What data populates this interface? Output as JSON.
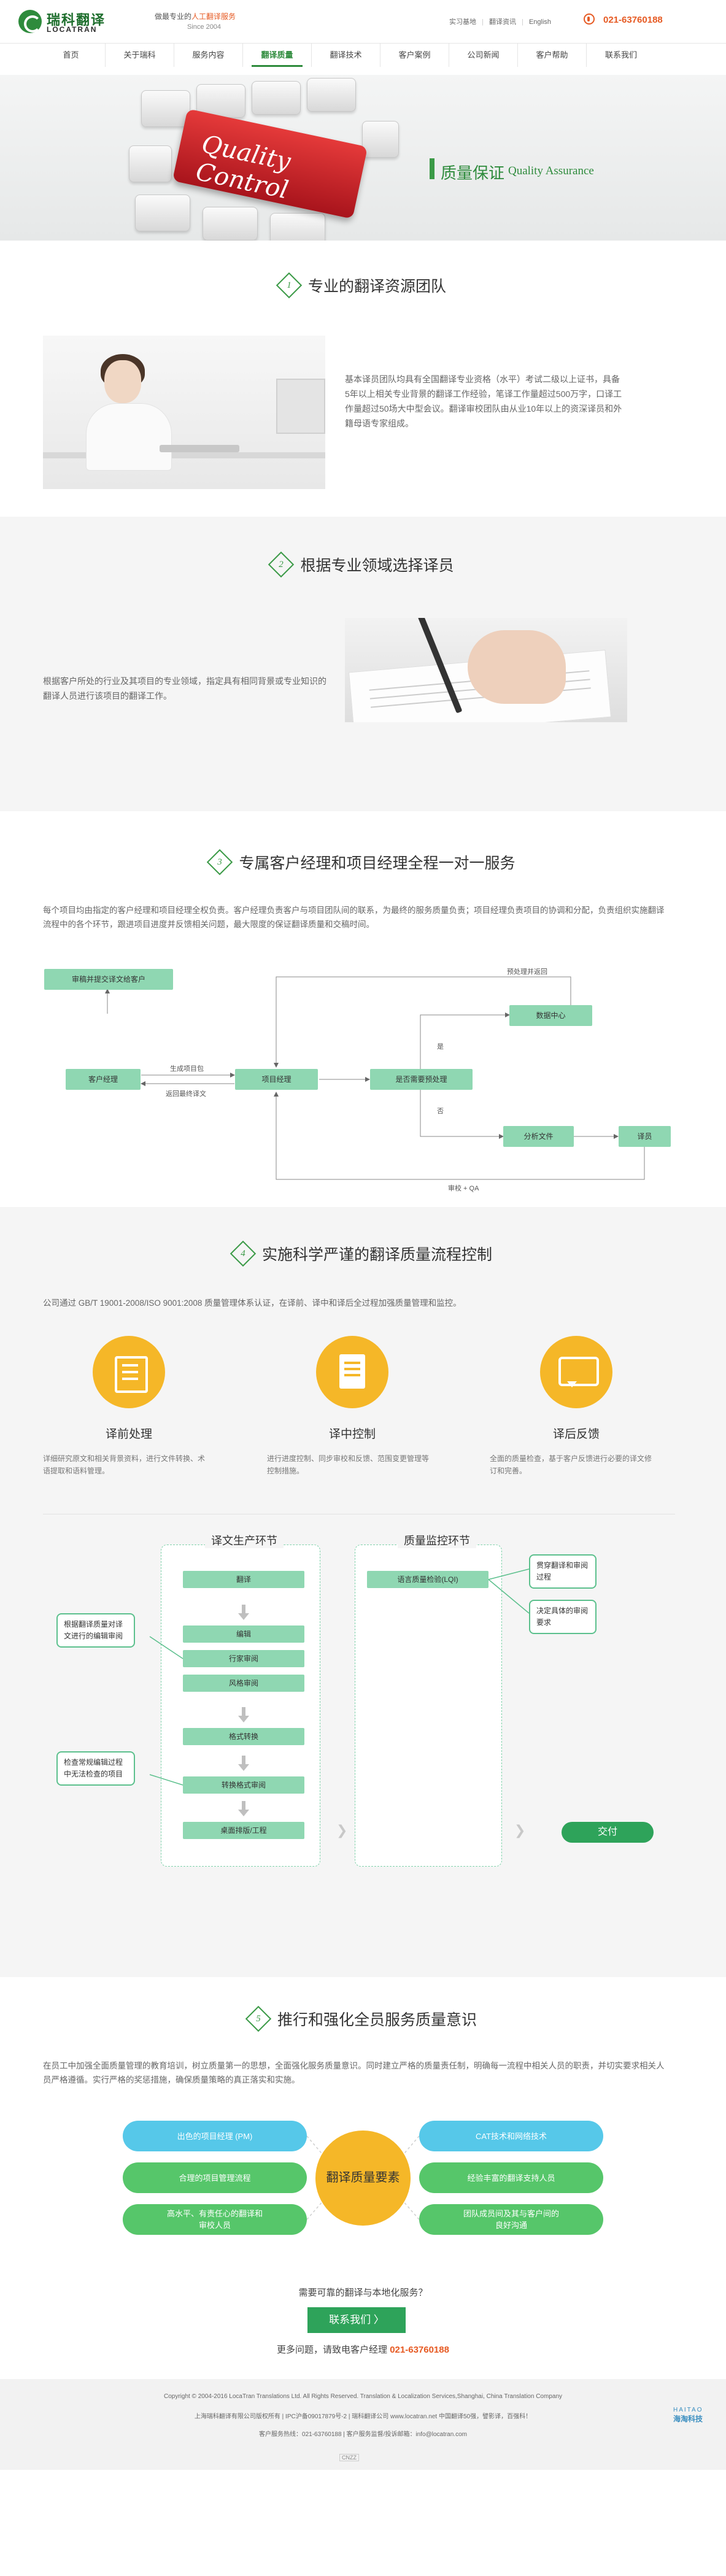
{
  "header": {
    "logo_cn": "瑞科翻译",
    "logo_en": "LOCATRAN",
    "slogan_pre": "做最专业的",
    "slogan_hl": "人工翻译服务",
    "since": "Since 2004",
    "links": [
      "实习基地",
      "翻译资讯",
      "English"
    ],
    "phone": "021-63760188"
  },
  "nav": [
    "首页",
    "关于瑞科",
    "服务内容",
    "翻译质量",
    "翻译技术",
    "客户案例",
    "公司新闻",
    "客户帮助",
    "联系我们"
  ],
  "banner": {
    "key_text": "Quality Control",
    "title_cn": "质量保证",
    "title_en": "Quality Assurance"
  },
  "s1": {
    "num": "1",
    "title": "专业的翻译资源团队",
    "text": "基本译员团队均具有全国翻译专业资格（水平）考试二级以上证书，具备5年以上相关专业背景的翻译工作经验，笔译工作量超过500万字，口译工作量超过50场大中型会议。翻译审校团队由从业10年以上的资深译员和外籍母语专家组成。"
  },
  "s2": {
    "num": "2",
    "title": "根据专业领域选择译员",
    "text": "根据客户所处的行业及其项目的专业领域，指定具有相同背景或专业知识的翻译人员进行该项目的翻译工作。"
  },
  "s3": {
    "num": "3",
    "title": "专属客户经理和项目经理全程一对一服务",
    "text": "每个项目均由指定的客户经理和项目经理全权负责。客户经理负责客户与项目团队间的联系，为最终的服务质量负责；项目经理负责项目的协调和分配，负责组织实施翻译流程中的各个环节，跟进项目进度并反馈相关问题，最大限度的保证翻译质量和交稿时间。",
    "flow": {
      "audit": "审稿并提交译文给客户",
      "client_mgr": "客户经理",
      "proj_mgr": "项目经理",
      "prep": "是否需要预处理",
      "data_center": "数据中心",
      "analysis": "分析文件",
      "translator": "译员",
      "gen_pkg": "生成项目包",
      "return": "返回最终译文",
      "pretrans": "预处理并返回",
      "yes": "是",
      "no": "否",
      "qa": "审校 + QA"
    }
  },
  "s4": {
    "num": "4",
    "title": "实施科学严谨的翻译质量流程控制",
    "text": "公司通过 GB/T 19001-2008/ISO 9001:2008 质量管理体系认证，在译前、译中和译后全过程加强质量管理和监控。",
    "features": [
      {
        "title": "译前处理",
        "text": "详细研究原文和相关背景资料，进行文件转换、术语提取和语料管理。"
      },
      {
        "title": "译中控制",
        "text": "进行进度控制、同步审校和反馈、范围变更管理等控制措施。"
      },
      {
        "title": "译后反馈",
        "text": "全面的质量检查，基于客户反馈进行必要的译文修订和完善。"
      }
    ],
    "panel_left_title": "译文生产环节",
    "panel_right_title": "质量监控环节",
    "steps": [
      "翻译",
      "编辑",
      "行家审阅",
      "风格审阅",
      "格式转换",
      "转换格式审阅",
      "桌面排版/工程"
    ],
    "monitor": "语言质量检验(LQI)",
    "deliver": "交付",
    "notes": {
      "left1": "根据翻译质量对译文进行的编辑审阅",
      "left2": "检查常规编辑过程中无法检查的项目",
      "right1": "贯穿翻译和审阅过程",
      "right2": "决定具体的审阅要求"
    }
  },
  "s5": {
    "num": "5",
    "title": "推行和强化全员服务质量意识",
    "text": "在员工中加强全面质量管理的教育培训，树立质量第一的思想，全面强化服务质量意识。同时建立严格的质量责任制，明确每一流程中相关人员的职责，并切实要求相关人员严格遵循。实行严格的奖惩措施，确保质量策略的真正落实和实施。",
    "center": "翻译质量要素",
    "left": [
      "出色的项目经理 (PM)",
      "合理的项目管理流程",
      "高水平、有责任心的翻译和审校人员"
    ],
    "right": [
      "CAT技术和网络技术",
      "经验丰富的翻译支持人员",
      "团队成员间及其与客户间的良好沟通"
    ]
  },
  "cta": {
    "question": "需要可靠的翻译与本地化服务？",
    "button": "联系我们 〉",
    "more_pre": "更多问题，请致电客户经理",
    "phone": "021-63760188"
  },
  "footer": {
    "copyright": "Copyright © 2004-2016 LocaTran Translations Ltd. All Rights Reserved. Translation & Localization Services,Shanghai, China Translation Company",
    "company": "上海瑞科翻译有限公司版权所有 | IPC沪备09017879号-2 | 瑞科翻译公司 www.locatran.net 中国翻译50强，譬影译，百强科！",
    "contact": "客户服务热线：021-63760188 | 客户服务监督/投诉邮箱：info@locatran.com",
    "badge_cn": "海淘科技",
    "badge_en": "HAITAO",
    "cnzz": "CNZZ"
  },
  "colors": {
    "green": "#2e8b3c",
    "orange": "#e65a23",
    "flow_green": "#8fd7b2",
    "yellow": "#f5b728",
    "blue": "#56c8e9",
    "pill_green": "#56c66a"
  }
}
